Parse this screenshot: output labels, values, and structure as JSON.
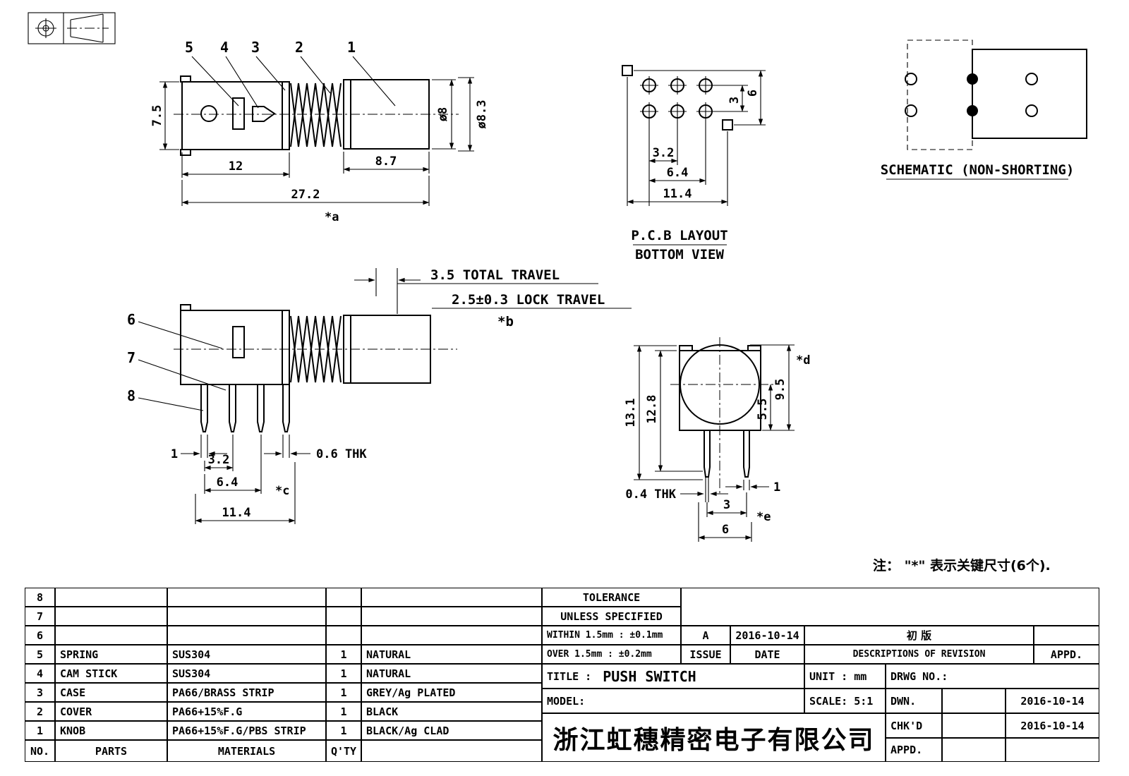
{
  "side_view": {
    "parts": [
      "5",
      "4",
      "3",
      "2",
      "1"
    ],
    "dim_height": "7.5",
    "dim_body": "12",
    "dim_knob": "8.7",
    "dim_total": "27.2",
    "star_a": "*a",
    "dim_d8": "ø8",
    "dim_d83": "ø8.3"
  },
  "pcb": {
    "title": "P.C.B LAYOUT",
    "subtitle": "BOTTOM VIEW",
    "dim_32": "3.2",
    "dim_64": "6.4",
    "dim_114": "11.4",
    "dim_3": "3",
    "dim_6": "6"
  },
  "schematic": {
    "label": "SCHEMATIC (NON-SHORTING)"
  },
  "travel_view": {
    "parts": [
      "6",
      "7",
      "8"
    ],
    "total_travel": "3.5 TOTAL TRAVEL",
    "lock_travel": "2.5±0.3 LOCK TRAVEL",
    "star_b": "*b",
    "dim_1": "1",
    "dim_thk": "0.6 THK",
    "dim_32": "3.2",
    "dim_64": "6.4",
    "star_c": "*c",
    "dim_114": "11.4"
  },
  "front_view": {
    "dim_131": "13.1",
    "dim_128": "12.8",
    "dim_55": "5.5",
    "dim_95": "9.5",
    "star_d": "*d",
    "dim_thk": "0.4 THK",
    "dim_1": "1",
    "dim_3": "3",
    "star_e": "*e",
    "dim_6": "6"
  },
  "note": "注： \"*\" 表示关键尺寸(6个).",
  "parts_table": {
    "header": {
      "no": "NO.",
      "parts": "PARTS",
      "materials": "MATERIALS",
      "qty": "Q'TY",
      "finish": ""
    },
    "rows": [
      {
        "no": "8",
        "part": "",
        "material": "",
        "qty": "",
        "finish": ""
      },
      {
        "no": "7",
        "part": "",
        "material": "",
        "qty": "",
        "finish": ""
      },
      {
        "no": "6",
        "part": "",
        "material": "",
        "qty": "",
        "finish": ""
      },
      {
        "no": "5",
        "part": "SPRING",
        "material": "SUS304",
        "qty": "1",
        "finish": "NATURAL"
      },
      {
        "no": "4",
        "part": "CAM STICK",
        "material": "SUS304",
        "qty": "1",
        "finish": "NATURAL"
      },
      {
        "no": "3",
        "part": "CASE",
        "material": "PA66/BRASS STRIP",
        "qty": "1",
        "finish": "GREY/Ag PLATED"
      },
      {
        "no": "2",
        "part": "COVER",
        "material": "PA66+15%F.G",
        "qty": "1",
        "finish": "BLACK"
      },
      {
        "no": "1",
        "part": "KNOB",
        "material": "PA66+15%F.G/PBS STRIP",
        "qty": "1",
        "finish": "BLACK/Ag CLAD"
      }
    ]
  },
  "title_block": {
    "tolerance_title": "TOLERANCE",
    "tolerance_sub": "UNLESS  SPECIFIED",
    "within": "WITHIN 1.5mm : ±0.1mm",
    "over": "OVER 1.5mm : ±0.2mm",
    "issue_value": "A",
    "issue_date": "2016-10-14",
    "revision_value": "初  版",
    "issue_label": "ISSUE",
    "date_label": "DATE",
    "descriptions_label": "DESCRIPTIONS OF REVISION",
    "appd_header": "APPD.",
    "title_label": "TITLE :",
    "title_value": "PUSH SWITCH",
    "unit_label": "UNIT :  mm",
    "drwg_label": "DRWG NO.:",
    "model_label": "MODEL:",
    "scale_label": "SCALE:  5:1",
    "dwn_label": "DWN.",
    "dwn_date": "2016-10-14",
    "chkd_label": "CHK'D",
    "chkd_date": "2016-10-14",
    "appd_label": "APPD.",
    "appd_date": "",
    "company": "浙江虹穗精密电子有限公司"
  }
}
